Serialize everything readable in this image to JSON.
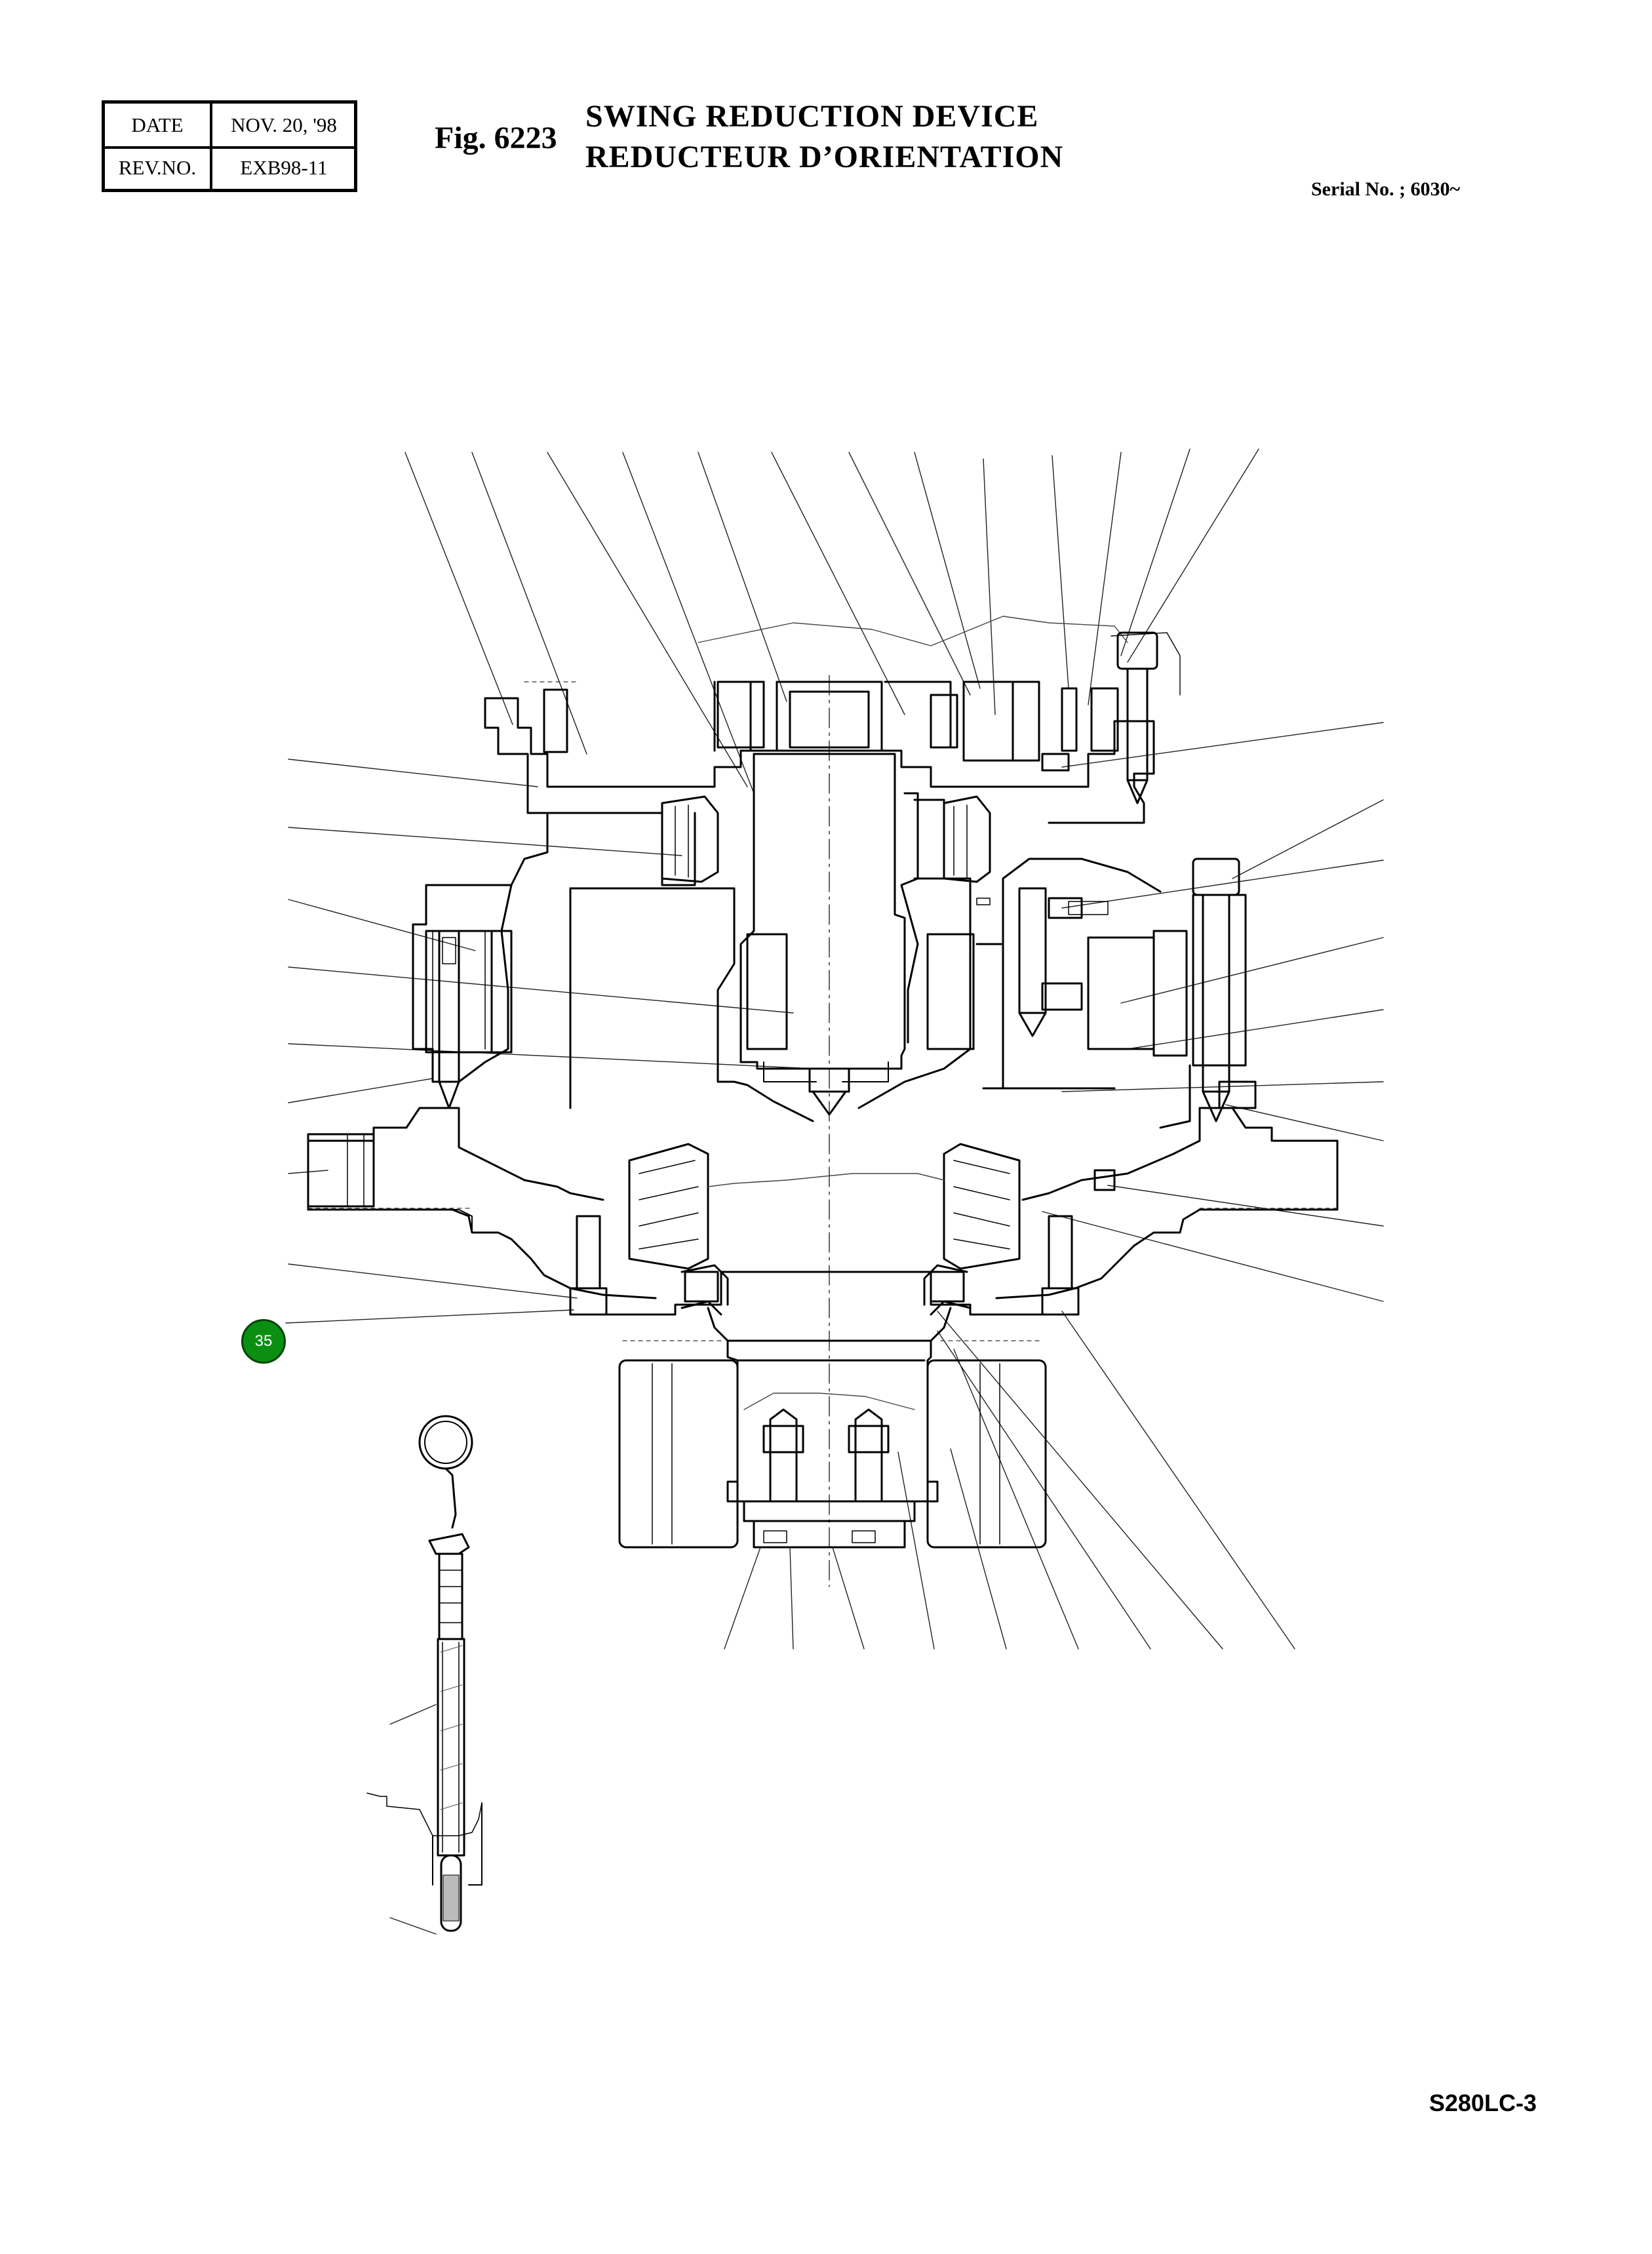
{
  "revision_box": {
    "date_label": "DATE",
    "date_value": "NOV. 20, '98",
    "rev_label": "REV.NO.",
    "rev_value": "EXB98-11"
  },
  "figure": {
    "number": "Fig. 6223",
    "title_en": "SWING REDUCTION DEVICE",
    "title_fr": "REDUCTEUR D’ORIENTATION"
  },
  "serial": "Serial No. ; 6030~",
  "model": "S280LC-3",
  "callouts": [
    {
      "number": "35"
    }
  ]
}
